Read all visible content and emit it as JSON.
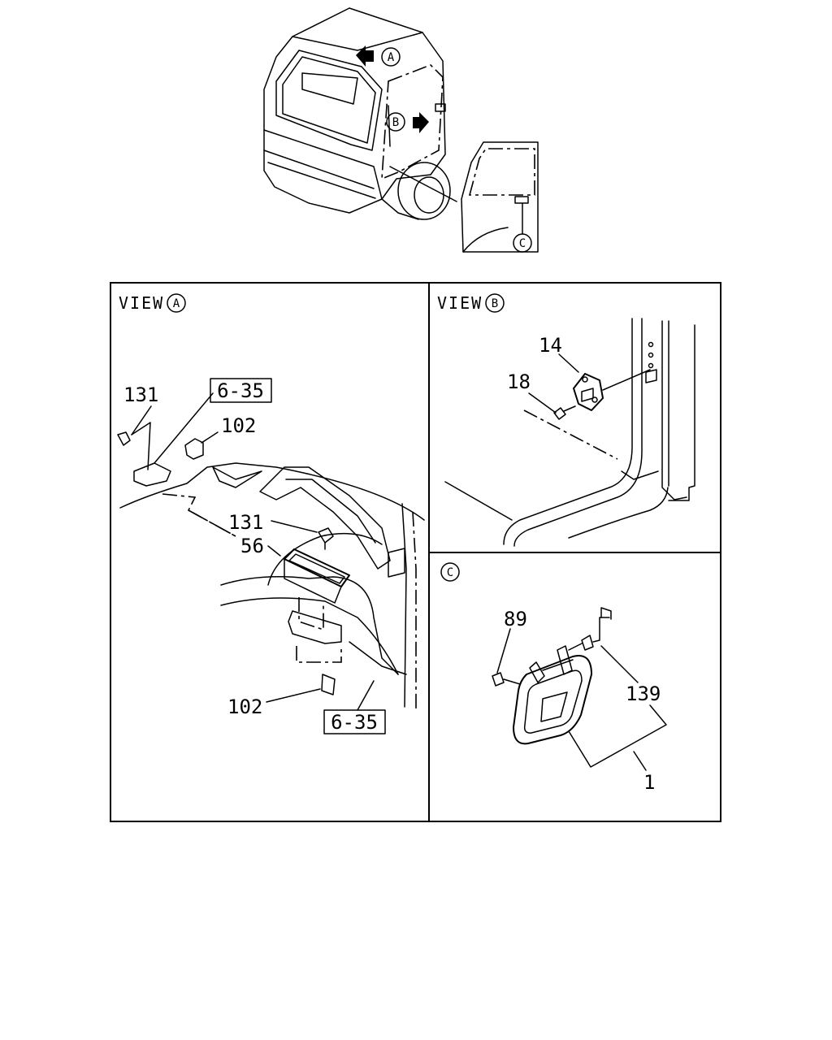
{
  "overview": {
    "marker_a": "A",
    "marker_b": "B",
    "marker_c": "C"
  },
  "views": {
    "view_a": {
      "title": "VIEW",
      "circle": "A",
      "callouts": {
        "p131_top": "131",
        "ref_top": "6-35",
        "p102_top": "102",
        "p131_mid": "131",
        "p56": "56",
        "p102_bottom": "102",
        "ref_bottom": "6-35"
      }
    },
    "view_b": {
      "title": "VIEW",
      "circle": "B",
      "callouts": {
        "p14": "14",
        "p18": "18"
      }
    },
    "view_c": {
      "circle": "C",
      "callouts": {
        "p89": "89",
        "p139": "139",
        "p1": "1"
      }
    }
  },
  "colors": {
    "line": "#000000",
    "background": "#ffffff"
  }
}
